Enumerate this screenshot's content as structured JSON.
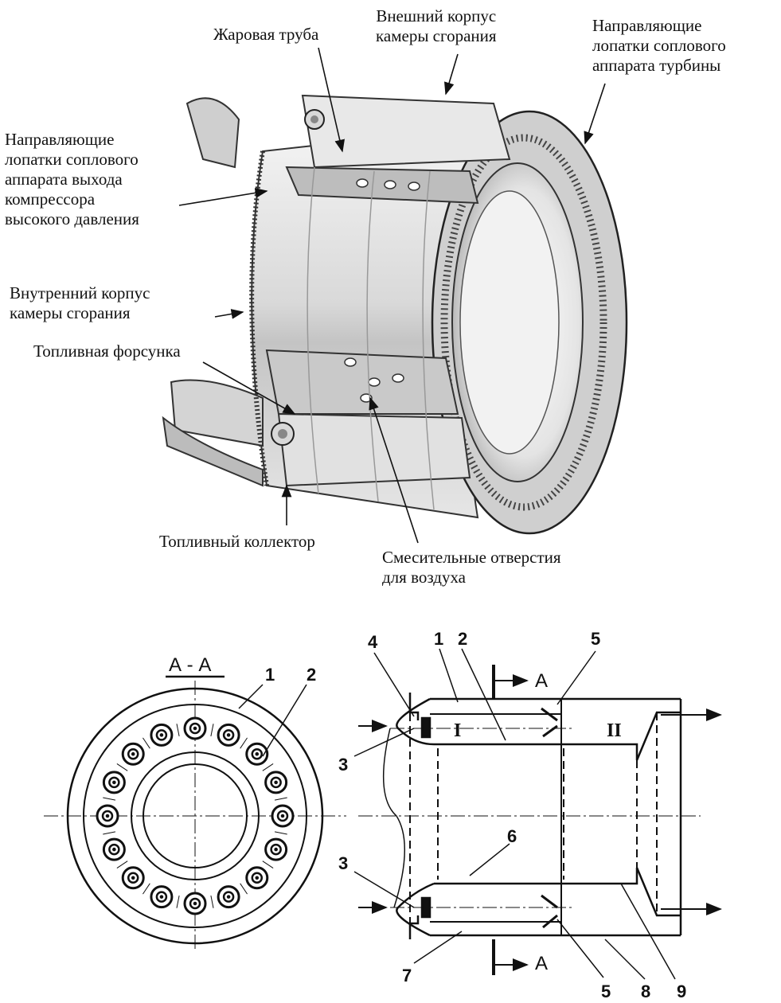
{
  "labels": {
    "outer_casing": "Внешний корпус\nкамеры сгорания",
    "flame_tube": "Жаровая труба",
    "turbine_nozzle_vanes": "Направляющие\nлопатки соплового\nаппарата турбины",
    "compressor_outlet_vanes": "Направляющие\nлопатки соплового\nаппарата выхода\n компрессора\nвысокого давления",
    "inner_casing": "Внутренний корпус\nкамеры сгорания",
    "fuel_nozzle": "Топливная форсунка",
    "fuel_manifold": "Топливный коллектор",
    "mixing_holes": "Смесительные отверстия\n  для  воздуха"
  },
  "schematic": {
    "section_title": "А - А",
    "section_mark_top": "А",
    "section_mark_bottom": "А",
    "zone_1": "I",
    "zone_2": "II",
    "numbers": [
      "1",
      "2",
      "1",
      "2",
      "3",
      "3",
      "4",
      "5",
      "5",
      "6",
      "7",
      "8",
      "9"
    ]
  }
}
